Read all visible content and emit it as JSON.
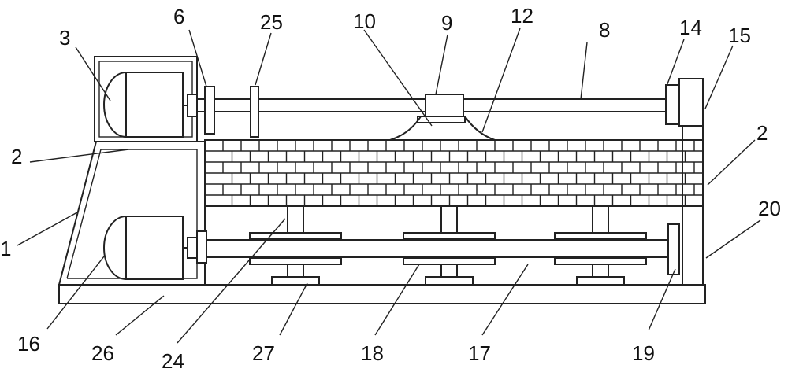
{
  "labels": {
    "l1": "1",
    "l2a": "2",
    "l2b": "2",
    "l3": "3",
    "l6": "6",
    "l8": "8",
    "l9": "9",
    "l10": "10",
    "l12": "12",
    "l14": "14",
    "l15": "15",
    "l16": "16",
    "l17": "17",
    "l18": "18",
    "l19": "19",
    "l20": "20",
    "l24": "24",
    "l25": "25",
    "l26": "26",
    "l27": "27"
  }
}
